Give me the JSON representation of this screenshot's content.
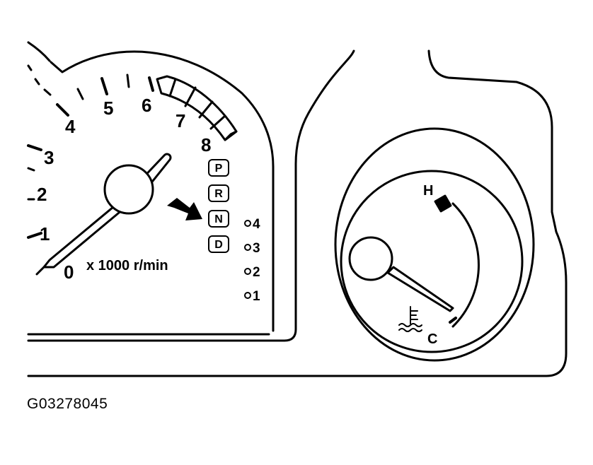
{
  "tachometer": {
    "numerals": [
      "0",
      "1",
      "2",
      "3",
      "4",
      "5",
      "6",
      "7",
      "8"
    ],
    "unit_label": "x 1000 r/min"
  },
  "shift_indicator": {
    "positions": [
      "P",
      "R",
      "N",
      "D"
    ],
    "active": "N",
    "gear_labels": [
      "4",
      "3",
      "2",
      "1"
    ]
  },
  "temperature_gauge": {
    "hot_label": "H",
    "cold_label": "C",
    "icon": "coolant-temperature-icon"
  },
  "figure_code": "G03278045"
}
